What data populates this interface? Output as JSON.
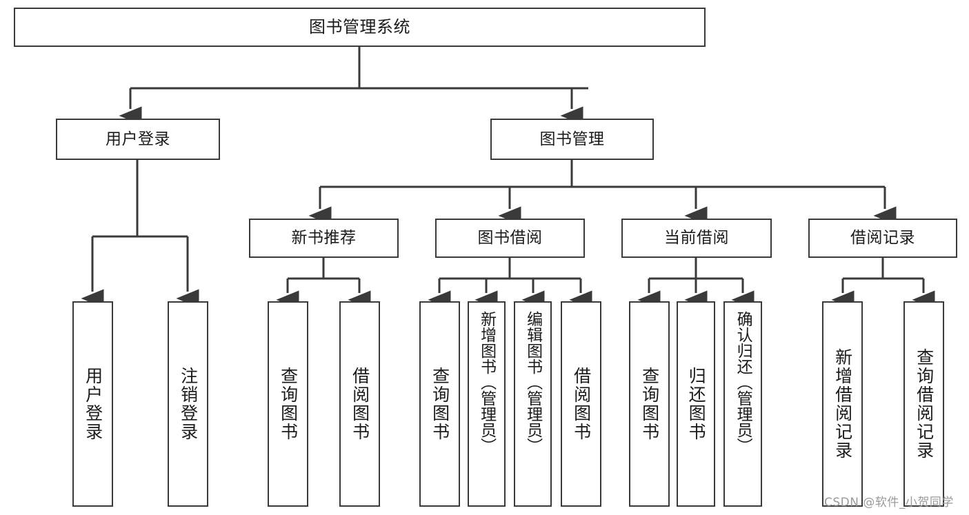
{
  "diagram": {
    "title": "图书管理系统",
    "type": "tree",
    "nodes": {
      "root": {
        "label": "图书管理系统"
      },
      "level2": [
        {
          "id": "user-login",
          "label": "用户登录"
        },
        {
          "id": "book-manage",
          "label": "图书管理"
        }
      ],
      "level3": [
        {
          "id": "new-book-rec",
          "label": "新书推荐"
        },
        {
          "id": "book-borrow",
          "label": "图书借阅"
        },
        {
          "id": "current-borrow",
          "label": "当前借阅"
        },
        {
          "id": "borrow-record",
          "label": "借阅记录"
        }
      ],
      "leaves": [
        {
          "id": "leaf-user-login",
          "label": "用户登录",
          "parent": "user-login"
        },
        {
          "id": "leaf-user-logout",
          "label": "注销登录",
          "parent": "user-login"
        },
        {
          "id": "leaf-query-book-1",
          "label": "查询图书",
          "parent": "new-book-rec"
        },
        {
          "id": "leaf-borrow-book-1",
          "label": "借阅图书",
          "parent": "new-book-rec"
        },
        {
          "id": "leaf-query-book-2",
          "label": "查询图书",
          "parent": "book-borrow"
        },
        {
          "id": "leaf-add-book",
          "label": "新增图书（管理员）",
          "parent": "book-borrow"
        },
        {
          "id": "leaf-edit-book",
          "label": "编辑图书（管理员）",
          "parent": "book-borrow"
        },
        {
          "id": "leaf-borrow-book-2",
          "label": "借阅图书",
          "parent": "book-borrow"
        },
        {
          "id": "leaf-query-book-3",
          "label": "查询图书",
          "parent": "current-borrow"
        },
        {
          "id": "leaf-return-book",
          "label": "归还图书",
          "parent": "current-borrow"
        },
        {
          "id": "leaf-confirm-return",
          "label": "确认归还（管理员）",
          "parent": "current-borrow"
        },
        {
          "id": "leaf-add-record",
          "label": "新增借阅记录",
          "parent": "borrow-record"
        },
        {
          "id": "leaf-query-record",
          "label": "查询借阅记录",
          "parent": "borrow-record"
        }
      ]
    },
    "colors": {
      "border": "#3a3a3a",
      "background": "#ffffff",
      "text": "#1b1b1b",
      "watermark": "#9a9a9a"
    }
  },
  "watermark": {
    "text": "CSDN @软件_小贺同学"
  }
}
